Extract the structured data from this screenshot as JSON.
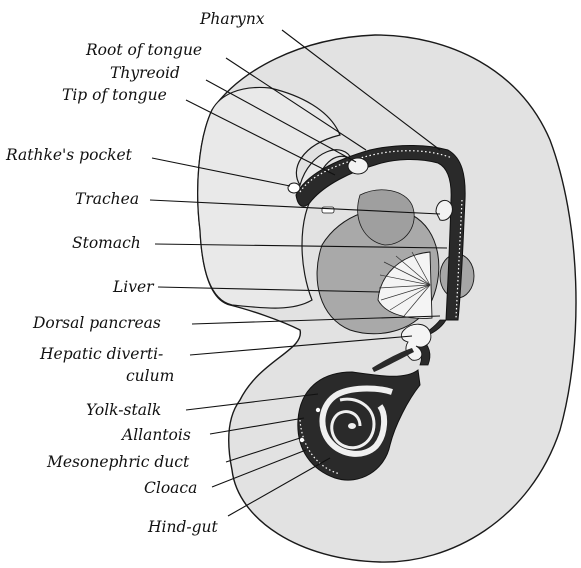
{
  "labels": {
    "pharynx": "Pharynx",
    "root_of_tongue": "Root of tongue",
    "thyreoid": "Thyreoid",
    "tip_of_tongue": "Tip of tongue",
    "rathkes_pocket": "Rathke's pocket",
    "trachea": "Trachea",
    "stomach": "Stomach",
    "liver": "Liver",
    "dorsal_pancreas": "Dorsal pancreas",
    "hepatic_diverticulum_line1": "Hepatic diverti-",
    "hepatic_diverticulum_line2": "culum",
    "yolk_stalk": "Yolk-stalk",
    "allantois": "Allantois",
    "mesonephric_duct": "Mesonephric duct",
    "cloaca": "Cloaca",
    "hind_gut": "Hind-gut"
  },
  "colors": {
    "body": "#e2e2e2",
    "head": "#e7e7e7",
    "gut": "#2a2a2a",
    "organ": "#a9a9a9",
    "outline": "#1a1a1a"
  }
}
